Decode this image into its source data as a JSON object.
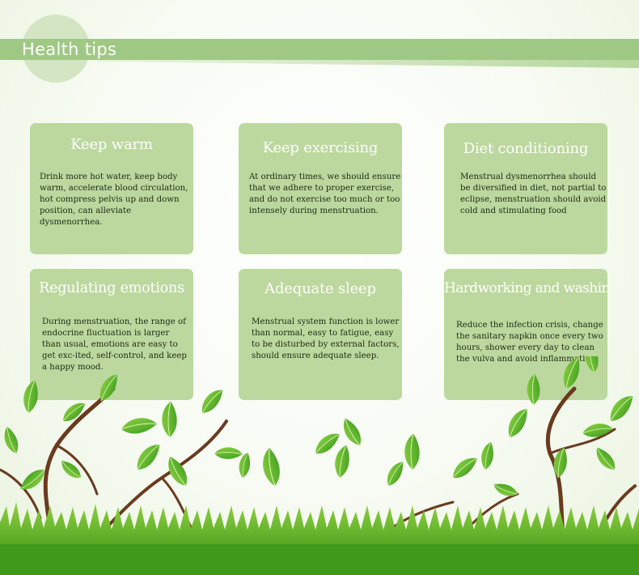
{
  "header": {
    "title": "Health tips"
  },
  "cards": [
    {
      "title": "Keep warm",
      "body": "Drink more hot water, keep body warm, accelerate blood circulation, hot compress pelvis up and down position, can alleviate dysmenorrhea."
    },
    {
      "title": "Keep exercising",
      "body": "At ordinary times, we should ensure that we adhere to proper exercise, and do not exercise too much or too intensely during menstruation."
    },
    {
      "title": "Diet conditioning",
      "body": "Menstrual dysmenorrhea should be diversified in diet, not partial to eclipse, menstruation should avoid cold and stimulating food"
    },
    {
      "title": "Regulating emotions",
      "body": "During menstruation, the range of endocrine fluctuation is larger than usual, emotions are easy to get exc-ited, self-control, and keep a happy mood."
    },
    {
      "title": "Adequate sleep",
      "body": "Menstrual system function is lower than normal, easy to fatigue, easy to be disturbed by external factors, should ensure adequate sleep."
    },
    {
      "title": "Hardworking and washing",
      "body": "Reduce the infection crisis, change the sanitary napkin once every two hours, shower every day to clean the vulva and avoid inflammation"
    }
  ],
  "colors": {
    "band": "#9fc884",
    "card": "#bcd89e",
    "leaf": "#5fb52e",
    "branch": "#6b3a1e",
    "grass": "#3f9a1c"
  },
  "decor": {
    "illustration": "grass-and-vines-illustration"
  }
}
